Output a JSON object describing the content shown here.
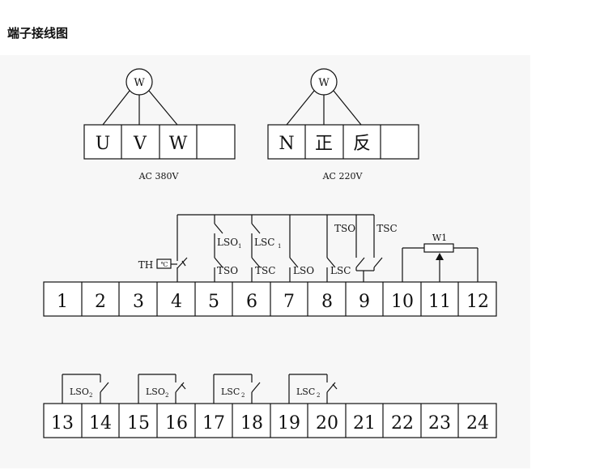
{
  "page": {
    "title": "端子接线图"
  },
  "three_phase": {
    "motor": "W",
    "terminals": [
      "U",
      "V",
      "W",
      ""
    ],
    "supply": "AC 380V"
  },
  "single_phase": {
    "motor": "W",
    "terminals": [
      "N",
      "正",
      "反",
      ""
    ],
    "supply": "AC 220V"
  },
  "upper_row": {
    "terminals": [
      "1",
      "2",
      "3",
      "4",
      "5",
      "6",
      "7",
      "8",
      "9",
      "10",
      "11",
      "12"
    ],
    "labels": {
      "th": "TH",
      "th_symbol": "℃",
      "lso1_main": "LSO",
      "lso1_sub": "1",
      "lsc1_main": "LSC",
      "lsc1_sub": "1",
      "tso_top": "TSO",
      "tsc_top": "TSC",
      "tso_5": "TSO",
      "tsc_6": "TSC",
      "lso_7": "LSO",
      "lsc_8": "LSC",
      "pot": "W1"
    }
  },
  "lower_row": {
    "terminals": [
      "13",
      "14",
      "15",
      "16",
      "17",
      "18",
      "19",
      "20",
      "21",
      "22",
      "23",
      "24"
    ],
    "switches": [
      {
        "main": "LSO",
        "sub": "2"
      },
      {
        "main": "LSO",
        "sub": "2"
      },
      {
        "main": "LSC",
        "sub": "2"
      },
      {
        "main": "LSC",
        "sub": "2"
      }
    ]
  }
}
